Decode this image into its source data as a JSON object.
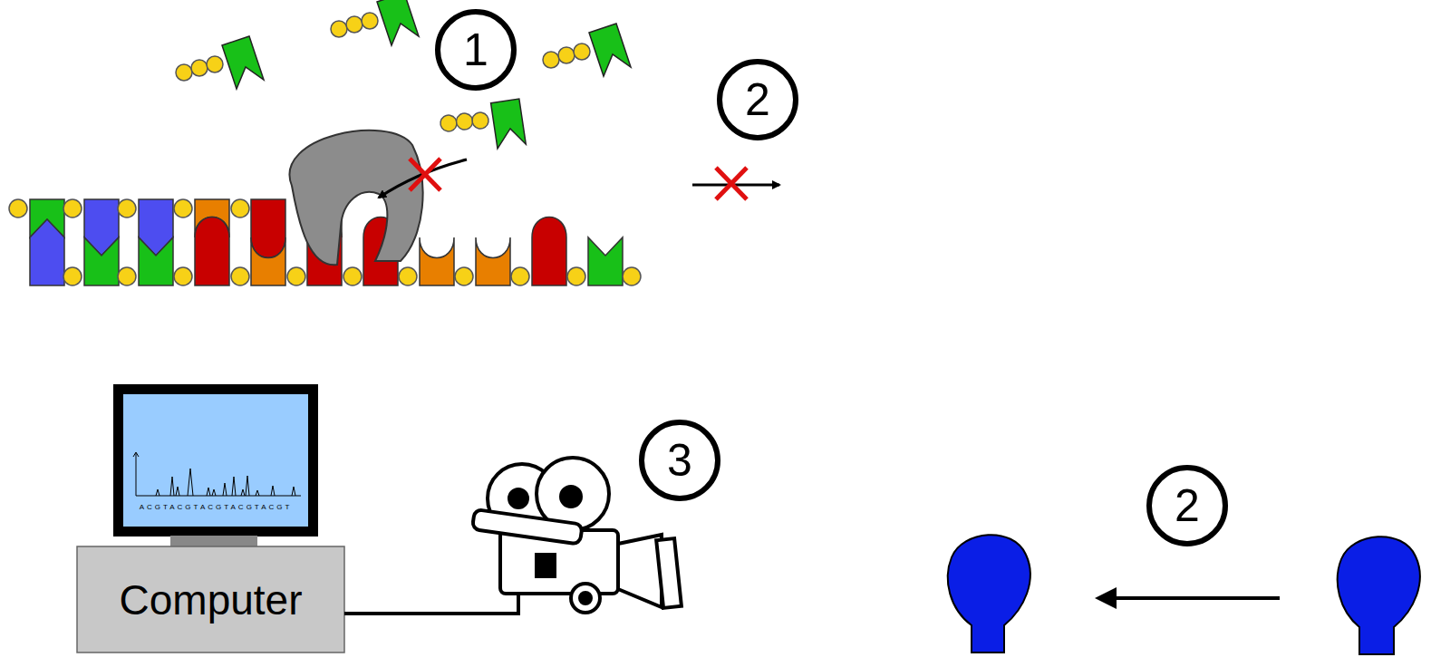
{
  "diagram": {
    "nodes": [
      {
        "text": [
          "ACGTACGTACGTACGTACGT"
        ]
      },
      {
        "text": [
          "Computer"
        ]
      }
    ],
    "labels": [
      "1",
      "2",
      "3",
      "2"
    ]
  }
}
